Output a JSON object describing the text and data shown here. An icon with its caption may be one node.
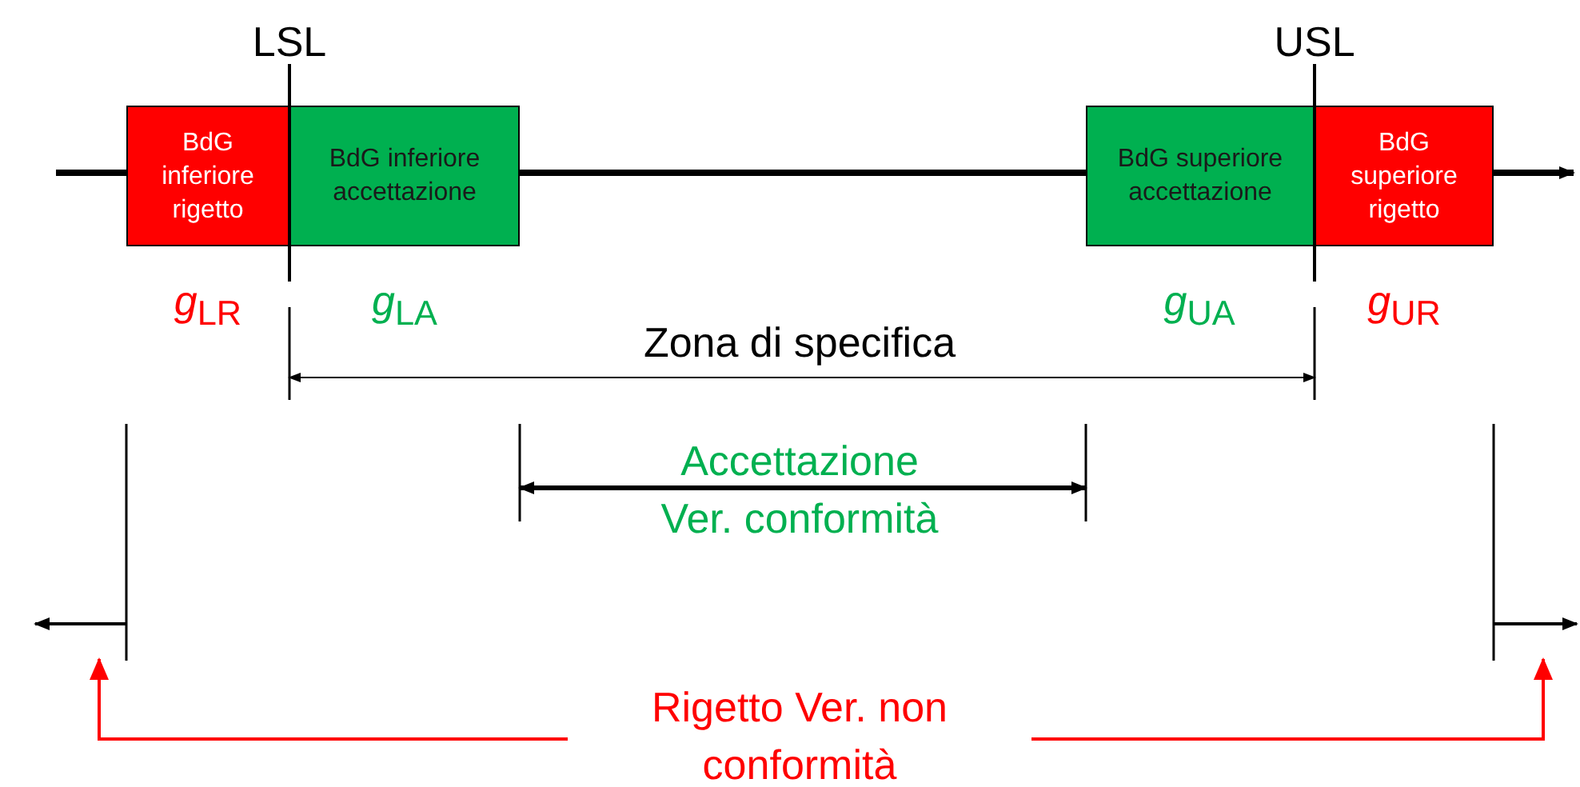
{
  "diagram": {
    "nodes": [
      {
        "text": [
          "BdG inferiore rigetto"
        ]
      },
      {
        "text": [
          "BdG inferiore accettazione"
        ]
      },
      {
        "text": [
          "BdG superiore accettazione"
        ]
      },
      {
        "text": [
          "BdG superiore rigetto"
        ]
      },
      {
        "text": [
          "Rigetto Ver. non conformità"
        ]
      }
    ],
    "edges": [
      {
        "from": 4,
        "to": null,
        "arrow": "to",
        "color": "#ff0000"
      },
      {
        "from": 4,
        "to": null,
        "arrow": "to",
        "color": "#ff0000"
      }
    ],
    "labels": [
      "LSL",
      "USL",
      "*g*$_{LR}$",
      "*g*$_{LA}$",
      "*g*$_{UA}$",
      "*g*$_{UR}$",
      "Zona di specifica",
      "Accettazione Ver. conformità"
    ]
  }
}
